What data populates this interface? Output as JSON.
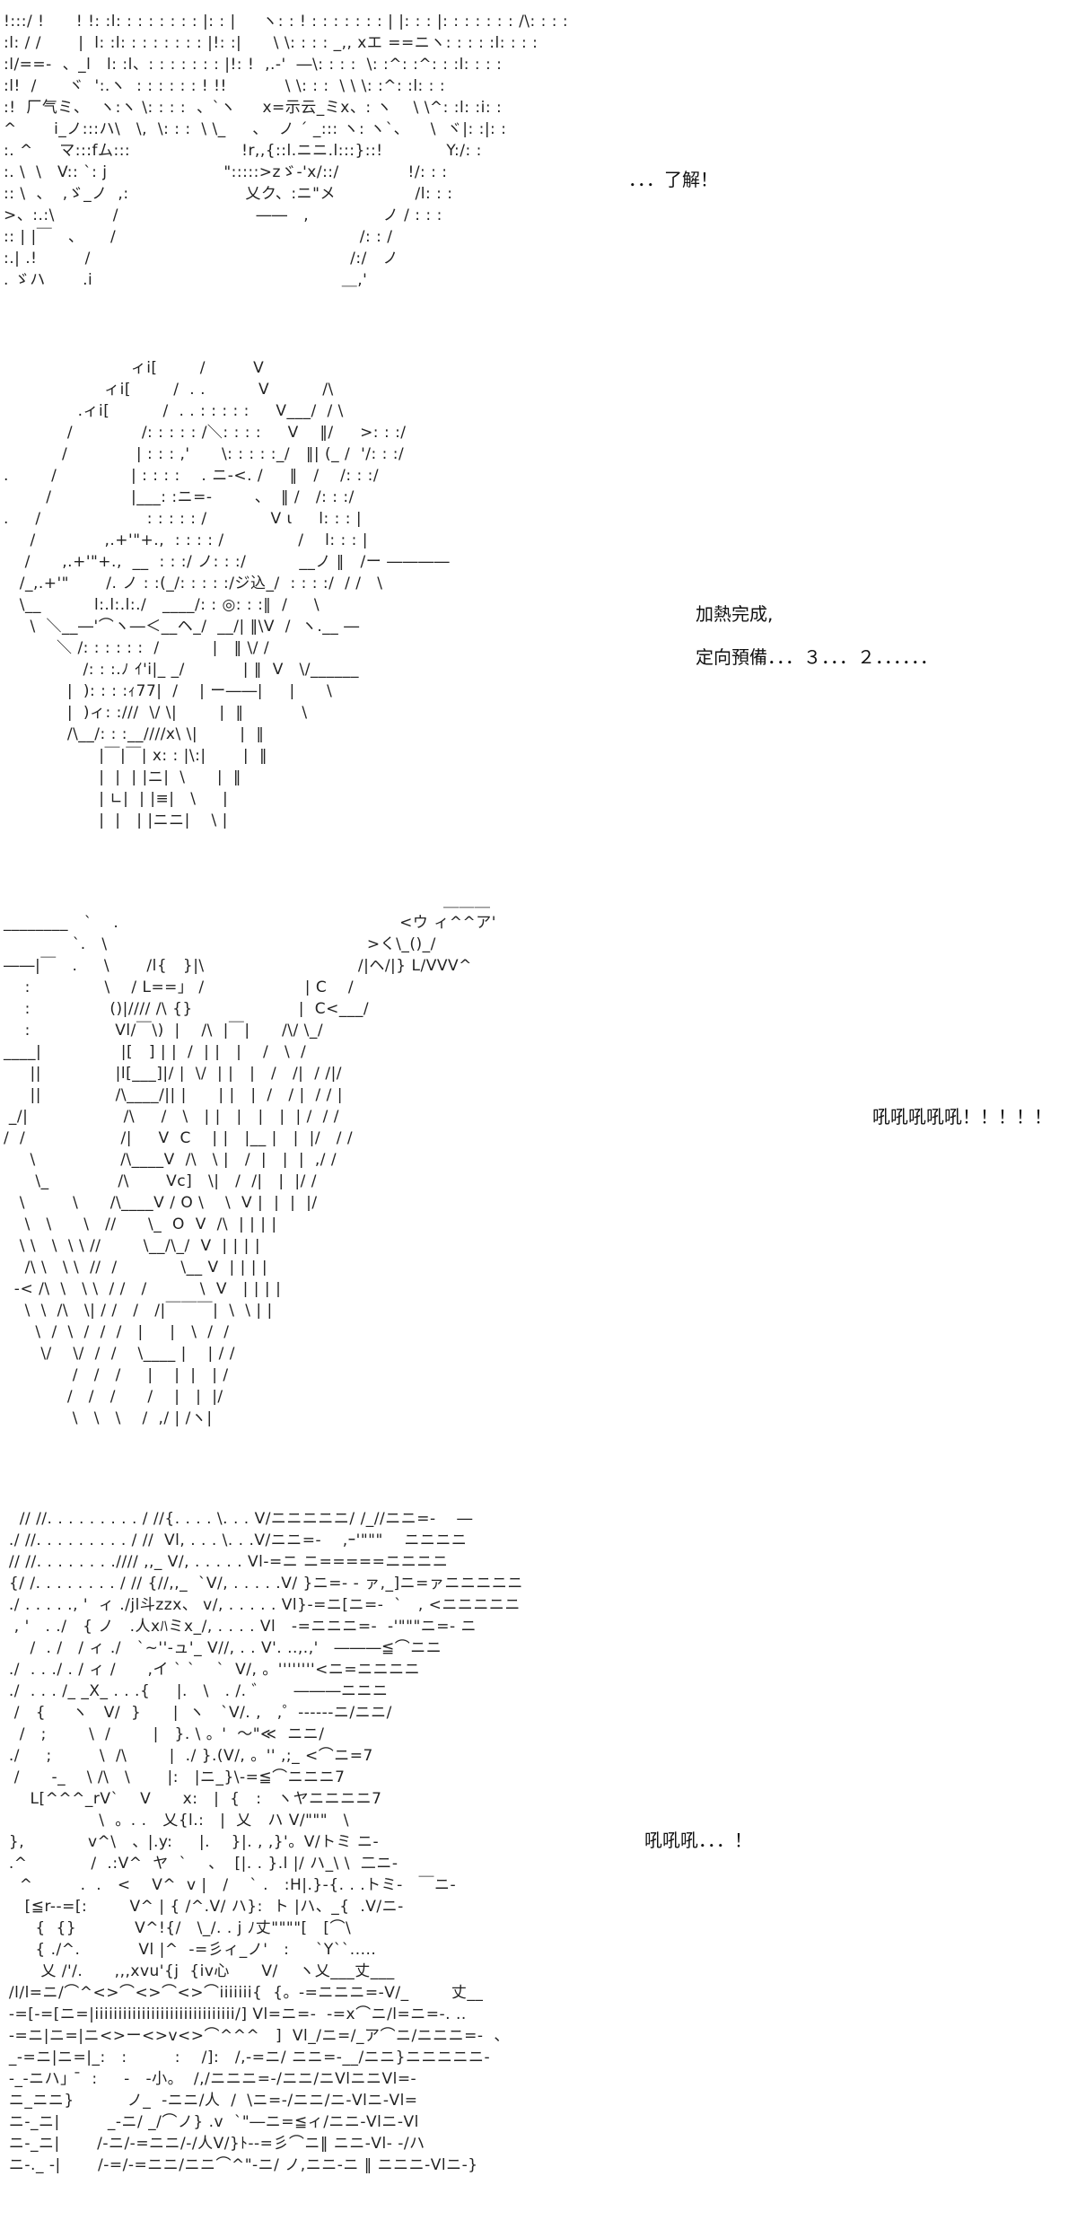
{
  "panels": [
    {
      "art": [
        "!:::/ !      ! !: :l: : : : : : : : |: : |     ヽ: : ! : : : : : : : | |: : : |: : : : : : : /\\: : : :",
        ":l: / /       |  l: :l: : : : : : : : |!: :|      \\ \\: : : : _,, xエ ==ニヽ: : : : :l: : : :",
        ":l/==-  、_l   l: :l、: : : : : : : |!: !  ,.-'  ―\\: : : :  \\: :^: :^: : :l: : : :",
        ":l!  /      ヾ  ':.ヽ  : : : : : : ! !!           \\ \\: : :  \\ \\ \\: :^: :l: : :",
        ":!  厂气ミ、  ヽ:ヽ \\: : : :  、`ヽ     x=示云_ミx、: ヽ    \\ \\^: :l: :i: :",
        "^       i_ノ:::ハ\\   \\,  \\: : :  \\ \\_     、  ノ ´ _::: ヽ: ヽ`、    \\  ヾ|: :|: :",
        ":. ^     マ:::fム:::                     !r,,{::l.ニニ.l:::}::!            Y:/: :",
        ":. \\  \\   V:: `: j                      \":::::>zゞ-'x/::/             !/: : :",
        ":: \\  、  ,ゞ_ノ  ,:                      乂ク、:ニ\"メ               /l: : :",
        ">、:.:\\           /                          ――   ,              ノ / : : :",
        ":: | |￣   、     /                                              /: : /",
        ":.| .!         /                                                 /:/   ノ",
        ". ゞハ       .i                                               ＿,'"
      ]
    },
    {
      "art": [
        "                        ィi[        /         V",
        "                   ィi[        /  . .          V          /\\",
        "              .ィi[          /  . . : : : : :     V___/  / \\",
        "            /             /: : : : : /＼: : : :     V    ‖/     >: : :/",
        "           /             | : : : ,'      \\: : : : :_/   ‖| (_ /  '/: : :/",
        ".        /              | : : : :    . ニ-<. /     ‖   /    /: : :/",
        "        /               |___: :ニ=-        、  ‖ /   /: : :/",
        ".     /                    : : : : : /            V ι     l: : : |",
        "     /             ,.+'\"+.,  : : : : /              /    l: : : |",
        "    /      ,.+'\"+.,  __  : : :/ ノ: : :/          __ノ ‖   /ー ――――",
        "   /_,.+'\"       /. ノ : :(_/: : : : :/ジ込_/  : : : :/  / /   \\",
        "   \\__          l:.l:.l:./   ____/: : ◎: : :‖  /     \\",
        "     \\  ＼__―'⌒ヽ―＜__ヘ_/  __/| ‖\\V  /  ヽ.__ ―",
        "          ＼ /: : : : : :  /          |   ‖ \\/ /",
        "               /: : :.ﾉ ｲ'i|_ _/           | ‖  V   \\/______",
        "            |  ): : : :ｨ77|  /    | ー――|     |      \\",
        "            |  )ィ: :///  \\/ \\|        |  ‖           \\",
        "            /\\__/: : :__////x\\ \\|        |  ‖",
        "                  |￣|￣| x: : |\\:|       |  ‖",
        "                  |  |  | |ニ|  \\      |  ‖",
        "                  | ∟|  | |≡|   \\     |",
        "                  |  |   | |ニニ|    \\ |"
      ]
    },
    {
      "art": [
        "                                                                                   ＿＿＿",
        "________   `    .                                                     <ウ ィ^^ア'",
        "             `.   \\                                                 >く\\_()_/",
        "――|￣   .     \\       /l{   }|\\                             /|ヘ/|} L/VVV^",
        "    :              \\    / L==」 /                   | C    /",
        "    :               ()|//// /\\ {}                    |  C<___/",
        "    :                Vl/￣\\)  |    /\\  |￣|      /\\/ \\_/",
        "____|               |[   ] | |  /  | |   |    /   \\  /   ",
        "     ||              |l[___]|/ |  \\/  | |   |   /   /|  / /|/",
        "     ||              /\\____/|| |      | |   |  /   / |  / / |",
        " _/|                  /\\     /   \\   | |   |   |   |  | /  / /",
        "/  /                  /|     V  C    | |   |__ |   |  |/   / /",
        "     \\                /\\____V  /\\   \\ |   /  |   |  |  ,/ /",
        "      \\_             /\\       Vc]   \\|   /  /|   |  |/ /",
        "   \\         \\      /\\____V / O \\    \\  V |  |  |  |/",
        "    \\   \\      \\   //      \\_  O  V  /\\  | | | |",
        "   \\ \\   \\  \\ \\ //        \\__/\\_/  V  | | | |",
        "    /\\ \\   \\ \\  //  /            \\__ V  | | | |",
        "  -< /\\  \\   \\ \\  / /   /          \\  V   | | | |",
        "    \\  \\  /\\   \\| / /   /   /|￣￣￣|  \\  \\ | |",
        "      \\  /  \\  /  /  /   |     |   \\  /  /",
        "       \\/    \\/  /  /    \\____ |    | / /",
        "             /   /   /     |    |  |   | /",
        "            /   /   /      /    |   |  |/",
        "             \\   \\   \\    /  ,/ | /ヽ|"
      ]
    },
    {
      "art": [
        "   // //. . . . . . . . . / //{. . . . \\. . . V/ニニニニニ/ /_//ニニ=-    ―",
        " ./ //. . . . . . . . . / //  Vl, . . . \\. . .V/ニニ=-    ,ｰ'\"\"\"    ニニニニ",
        " // //. . . . . . . .//// ,,_ V/, . . . . . Vl-=ニ ニ=====ニニニニ",
        " {/ /. . . . . . . . / // {//,,_  `V/, . . . . .V/ }ニ=- - ァ,_]ニ=ァニニニニニ",
        " ./ . . . . ., '  ィ ./jl斗zzx、 v/, . . . . . Vl}-=ニ[ニ=-  `   , <ニニニニニ",
        "  , '   . ./   { ノ   .人xﾊミx_/, . . . . Vl   -=ニニニ=-  ‐'\"\"\"ニ=- ニ",
        "     /  . /   / ィ ./   `~''‐ュ'_ V//, . . V'. ..,.,'   ―――≦⌒ニニ",
        " ./  . . ./ . / ィ /      ,イ ` `    `  V/, 。''''''''<ニ=ニニニニ",
        " ./  . . . /_ _X_ . . .{     |.   \\   . /. ゛     ―――ニニニ",
        "  /   {     ヽ   V/  }      |  ヽ   `V/. ,   ,゜------ニ/ニニ/",
        "   /   ;        \\  /        |   }. \\ 。'  ～\"≪  ニニ/",
        " ./     ;         \\  /\\        |  ./ }.(V/, 。'' ,;_ <⌒ニ=7",
        "  /      -_    \\ /\\   \\       |:   |ニ_}\\-=≦⌒ニニニ7",
        "     L[^^^_rV`    V      x:   |  {   :   ヽヤニニニニ7",
        "                  \\  。. .   乂{l.:   |  乂   ハ V/\"\"\"   \\",
        " },            v^\\   、|.y:     |.    }|. , ,}'。V/トミ ニ-",
        " .^            /  .:V^  ヤ  `    、  [|. . }.l |/ ハ_\\ \\  二ニ-",
        "   ^         .  .   <    V^  v |   /    ` .   :H|.}-{. . .トミ-   ￣ニ-",
        "    [≦r--=[:        V^ | { /^.V/ ハ}:  ト |ハ、_{  .V/ニ-",
        "      {  {}           V^!{/   \\_/. . j ﾉ丈\"\"\"\"[   [⌒\\",
        "      { ./^.           Vl |^  -=彡ィ_ノ'   :     `Y``.....",
        "       乂 /'/.      ,,,xvu'{j  {iv心      V/    ヽ乂___丈___",
        " /l/l=ニ/⌒^<>⌒<>⌒<>⌒iiiiiii{  {。-=ニニニ=-V/_        丈__",
        " -=[-=[ニ=|iiiiiiiiiiiiiiiiiiiiiiiiiiiiii/] Vl=ニ=-  -=x⌒ニ/l=ニ=-. ..",
        " -=ニ|ニ=|ニ<>ー<>v<>⌒^^^   ]  Vl_/ニ=/_ア⌒ニ/ニニニ=-  、",
        " _-=ニ|ニ=|_:   :         :    /]:   /,-=ニ/ ニニ=-__/ニニ}ニニニニニ-",
        " -_-ニハ」 ̄  :     -   -小。  /,/ニニニ=-/ニニ/ニVlニニVl=-",
        " ニ_ニニ}          ノ_  -ニニ/人  /  \\ニ=-/ニニ/ニ-Vlニ-Vl=",
        " ニ-_ニ|         _-ニ/ _/⌒ノ} .v  `\"―ニ=≦ィ/ニニ-Vlニ-Vl",
        " ニ-_ニ|       /-ニ/-=ニニ/-/人V/}ﾄ--=彡⌒ニ‖ ニニ-Vl- -/ハ",
        " ニ-._ -|       /-=/-=ニニ/ニニ⌒^\"-ニ/ ノ,ニニ-ニ ‖ ニニニ-Vlニ-}"
      ]
    }
  ],
  "dialogue": [
    "．．．了解！",
    "加熱完成,",
    "定向預備．．．３．．．２．．．．．．",
    "吼吼吼吼吼！！！！！",
    "吼吼吼．．．！"
  ]
}
